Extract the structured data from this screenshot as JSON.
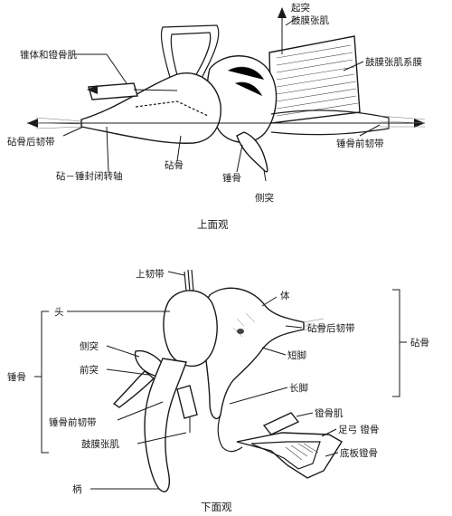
{
  "top_view": {
    "caption": "上面观",
    "labels": {
      "process": "起突",
      "tensor_tympani": "鼓膜张肌",
      "stapedius_incus": "锥体和镫骨肌",
      "tensor_tympani_system": "鼓膜张肌系膜",
      "posterior_incudal_ligament": "砧骨后韧带",
      "anterior_malleal_ligament": "锤骨前韧带",
      "incudomalleal_axis": "砧－锤封闭转轴",
      "incus": "砧骨",
      "malleus": "锤骨",
      "lateral_process": "侧突"
    }
  },
  "bottom_view": {
    "caption": "下面观",
    "labels": {
      "superior_ligament": "上韧带",
      "body": "体",
      "head": "头",
      "posterior_incudal_ligament": "砧骨后韧带",
      "incus": "砧骨",
      "lateral_process": "侧突",
      "short_crus": "短脚",
      "anterior_process": "前突",
      "malleus": "锤骨",
      "long_crus": "长脚",
      "anterior_malleal_ligament": "锤骨前韧带",
      "stapedius": "镫骨肌",
      "stapes_arch": "足弓 镫骨",
      "tensor_tympani": "鼓膜张肌",
      "footplate": "底板镫骨",
      "manubrium": "柄"
    }
  }
}
